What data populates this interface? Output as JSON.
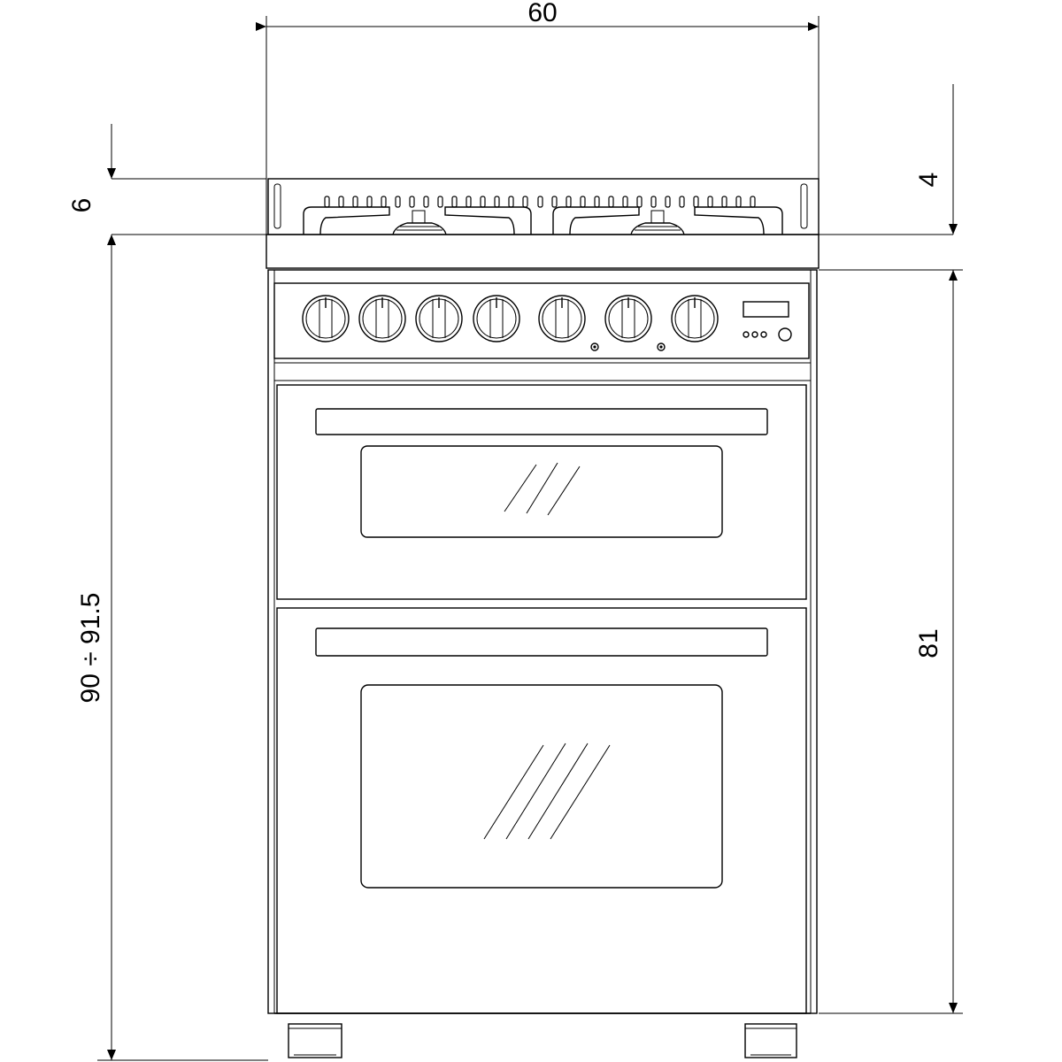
{
  "dimensions": {
    "width": "60",
    "hob_height": "6",
    "top_offset": "4",
    "total_height": "90 ÷ 91.5",
    "body_height": "81"
  },
  "appliance": {
    "knobs": 7,
    "burners": 2,
    "ovens": 2
  }
}
